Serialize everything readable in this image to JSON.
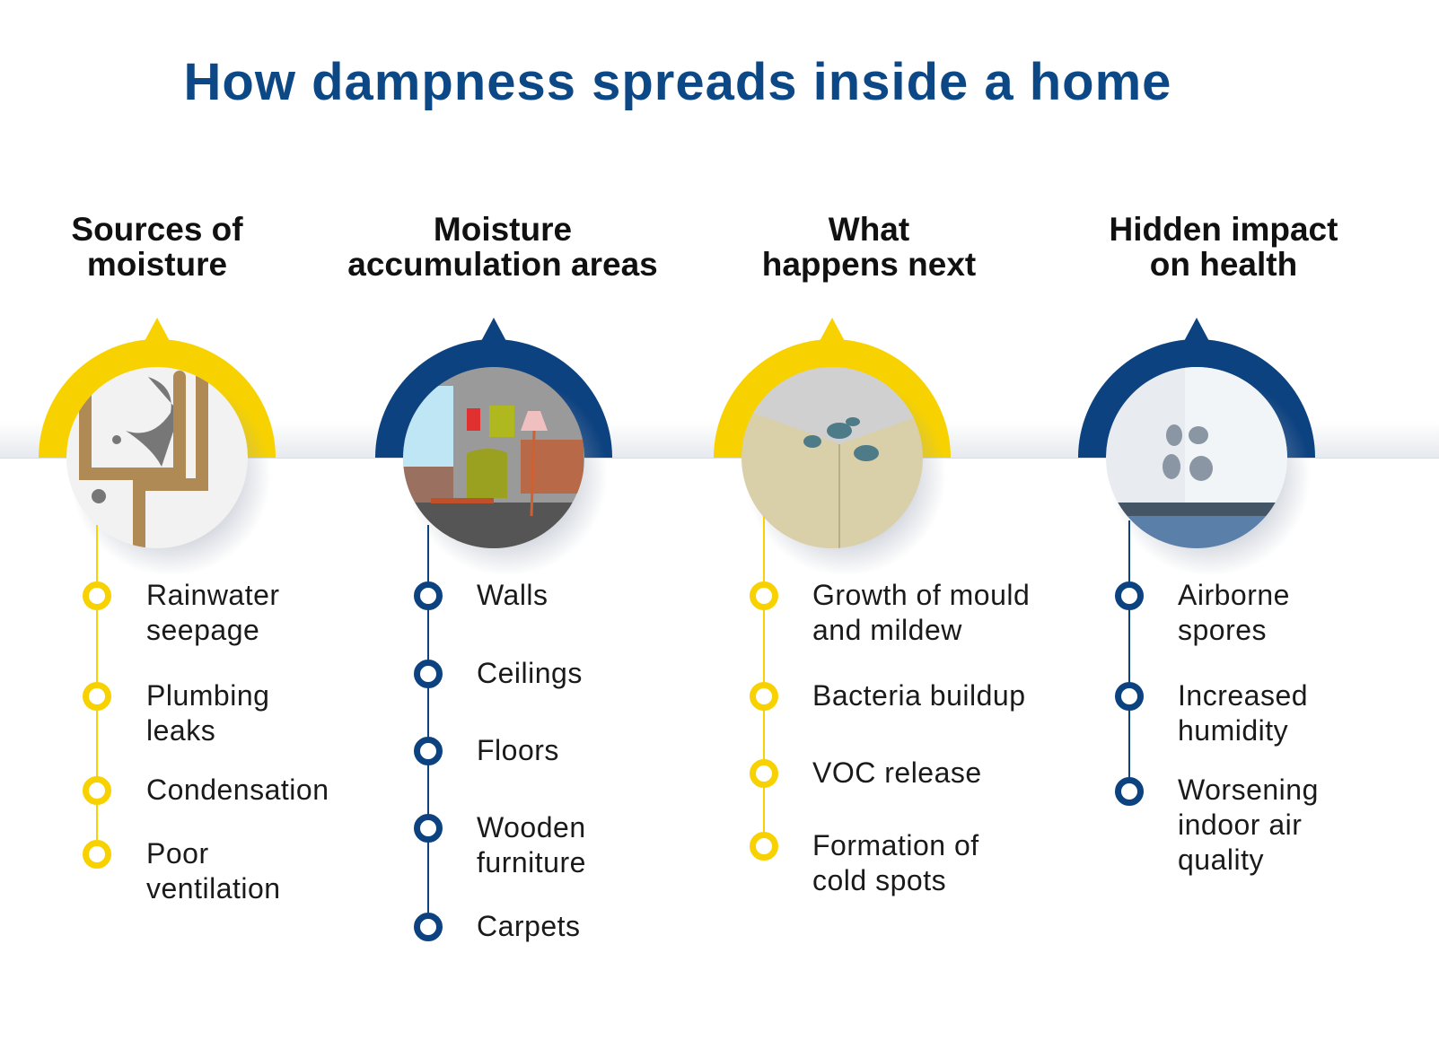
{
  "title": "How dampness spreads inside a home",
  "colors": {
    "yellow": "#f7d200",
    "navy": "#0d4280",
    "title": "#0d4886"
  },
  "columns": [
    {
      "heading": [
        "Sources of",
        "moisture"
      ],
      "accent": "yellow",
      "illustration": "rusty-pipes",
      "items": [
        [
          "Rainwater",
          "seepage"
        ],
        [
          "Plumbing",
          "leaks"
        ],
        [
          "Condensation"
        ],
        [
          "Poor",
          "ventilation"
        ]
      ]
    },
    {
      "heading": [
        "Moisture",
        "accumulation areas"
      ],
      "accent": "navy",
      "illustration": "damp-living-room",
      "items": [
        [
          "Walls"
        ],
        [
          "Ceilings"
        ],
        [
          "Floors"
        ],
        [
          "Wooden",
          "furniture"
        ],
        [
          "Carpets"
        ]
      ]
    },
    {
      "heading": [
        "What",
        "happens next"
      ],
      "accent": "yellow",
      "illustration": "mould-corner",
      "items": [
        [
          "Growth of mould",
          "and mildew"
        ],
        [
          "Bacteria buildup"
        ],
        [
          "VOC release"
        ],
        [
          "Formation of",
          "cold spots"
        ]
      ]
    },
    {
      "heading": [
        "Hidden impact",
        "on health"
      ],
      "accent": "navy",
      "illustration": "mouldy-wall",
      "items": [
        [
          "Airborne",
          "spores"
        ],
        [
          "Increased",
          "humidity"
        ],
        [
          "Worsening",
          "indoor air",
          "quality"
        ]
      ]
    }
  ]
}
